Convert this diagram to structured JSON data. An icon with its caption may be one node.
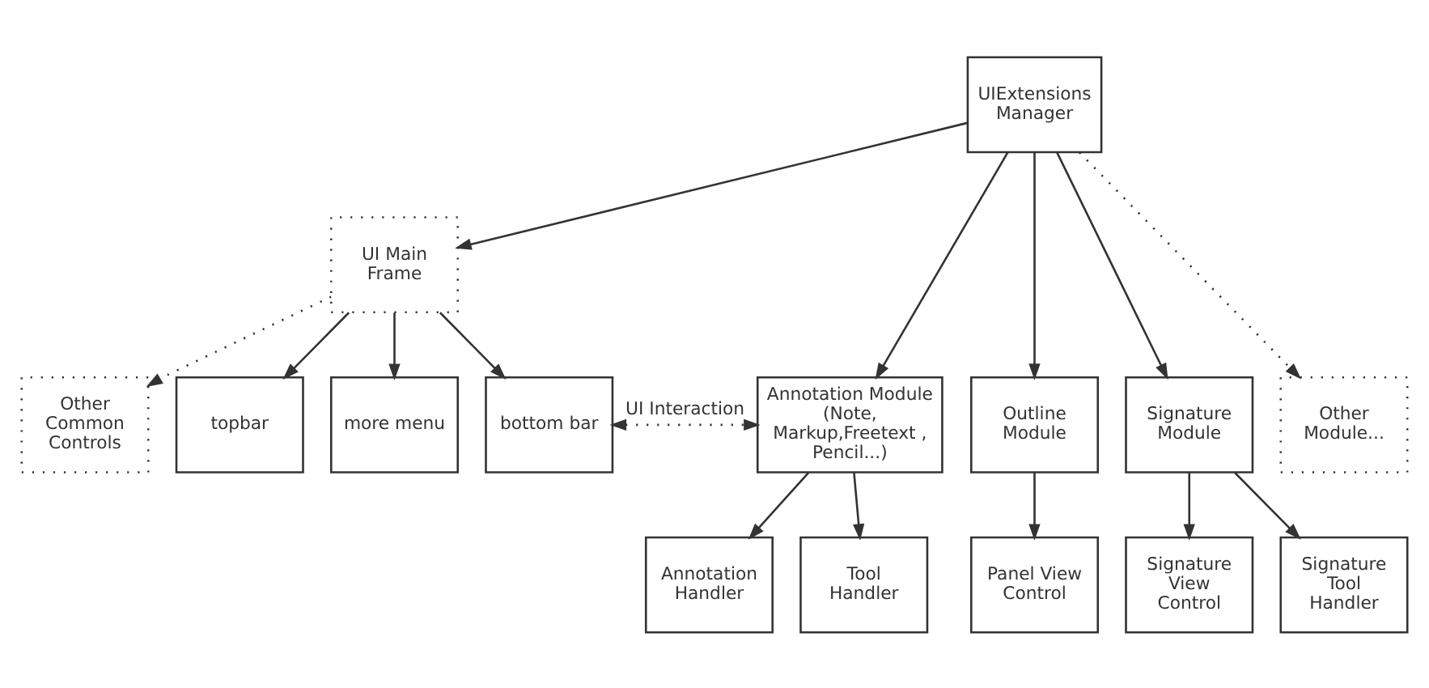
{
  "diagram": {
    "nodes": [
      {
        "text": [
          "UIExtensions Manager"
        ]
      },
      {
        "text": [
          "UI Main Frame"
        ]
      },
      {
        "text": [
          "Other Common Controls"
        ]
      },
      {
        "text": [
          "topbar"
        ]
      },
      {
        "text": [
          "more menu"
        ]
      },
      {
        "text": [
          "bottom bar"
        ]
      },
      {
        "text": [
          "Annotation Module (Note, Markup,Freetext , Pencil...)"
        ]
      },
      {
        "text": [
          "Outline Module"
        ]
      },
      {
        "text": [
          "Signature Module"
        ]
      },
      {
        "text": [
          "Other Module..."
        ]
      },
      {
        "text": [
          "Annotation Handler"
        ]
      },
      {
        "text": [
          "Tool Handler"
        ]
      },
      {
        "text": [
          "Panel View Control"
        ]
      },
      {
        "text": [
          "Signature View Control"
        ]
      },
      {
        "text": [
          "Signature Tool Handler"
        ]
      }
    ],
    "edges": [
      {
        "from": 0,
        "to": 1,
        "arrow": "to"
      },
      {
        "from": 1,
        "to": 2,
        "arrow": "to",
        "style": "dashed"
      },
      {
        "from": 1,
        "to": 3,
        "arrow": "to"
      },
      {
        "from": 1,
        "to": 4,
        "arrow": "to"
      },
      {
        "from": 1,
        "to": 5,
        "arrow": "to"
      },
      {
        "from": 5,
        "to": 6,
        "arrow": "both",
        "label": "UI Interaction",
        "style": "dashed"
      },
      {
        "from": 0,
        "to": 6,
        "arrow": "to"
      },
      {
        "from": 0,
        "to": 7,
        "arrow": "to"
      },
      {
        "from": 0,
        "to": 8,
        "arrow": "to"
      },
      {
        "from": 0,
        "to": 9,
        "arrow": "to",
        "style": "dashed"
      },
      {
        "from": 6,
        "to": 10,
        "arrow": "to"
      },
      {
        "from": 6,
        "to": 11,
        "arrow": "to"
      },
      {
        "from": 7,
        "to": 12,
        "arrow": "to"
      },
      {
        "from": 8,
        "to": 13,
        "arrow": "to"
      },
      {
        "from": 8,
        "to": 14,
        "arrow": "to"
      }
    ]
  }
}
